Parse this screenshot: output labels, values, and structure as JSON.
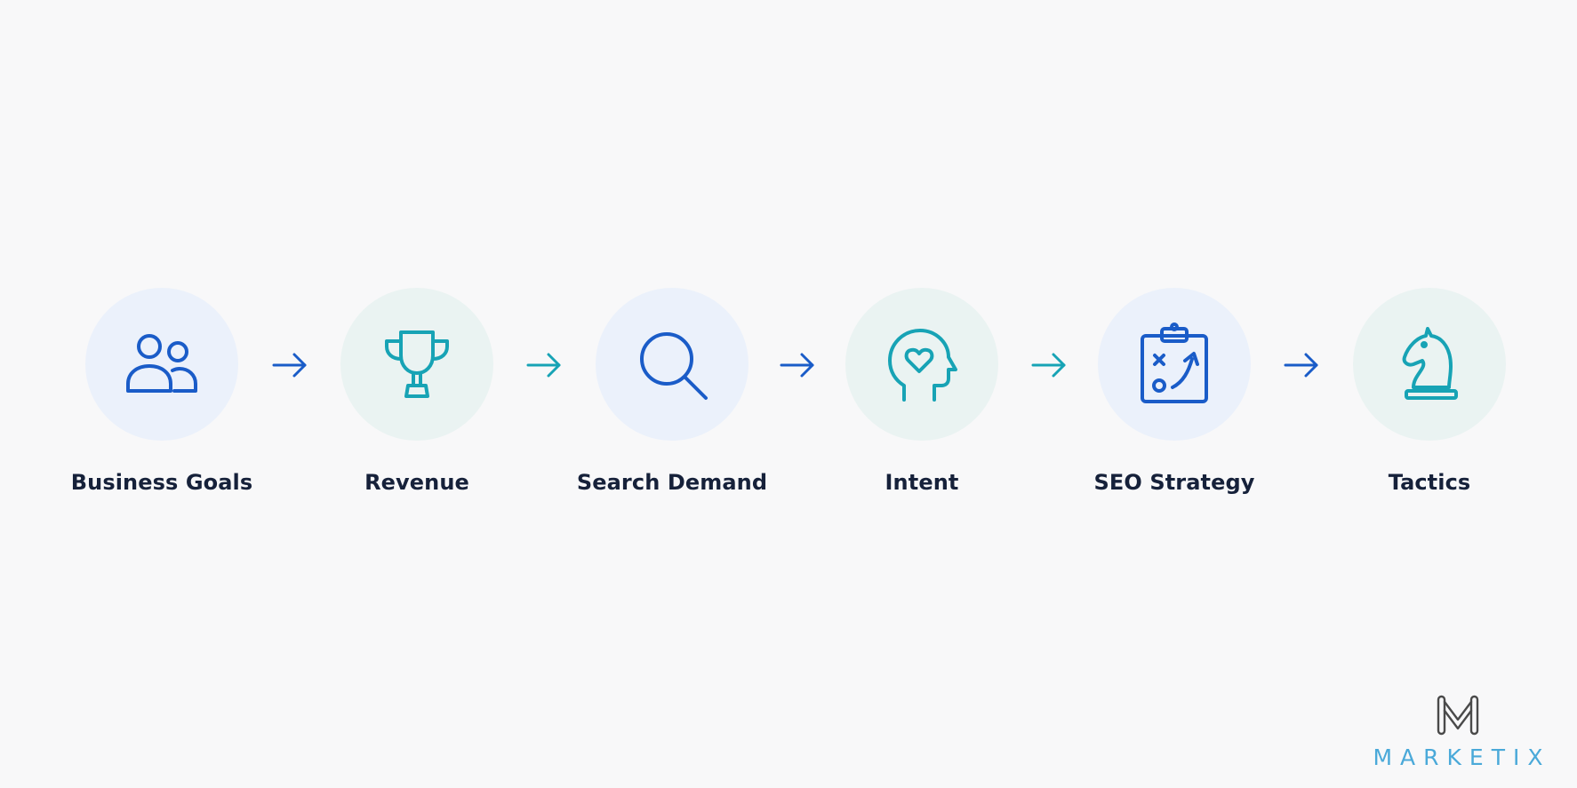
{
  "steps": [
    {
      "label": "Business Goals",
      "icon": "users-icon",
      "color": "#1a5cc8",
      "bg": "blue"
    },
    {
      "label": "Revenue",
      "icon": "trophy-icon",
      "color": "#17a3b5",
      "bg": "teal"
    },
    {
      "label": "Search Demand",
      "icon": "search-icon",
      "color": "#1a5cc8",
      "bg": "blue"
    },
    {
      "label": "Intent",
      "icon": "head-heart-icon",
      "color": "#17a3b5",
      "bg": "teal"
    },
    {
      "label": "SEO Strategy",
      "icon": "strategy-clipboard-icon",
      "color": "#1a5cc8",
      "bg": "blue"
    },
    {
      "label": "Tactics",
      "icon": "chess-knight-icon",
      "color": "#17a3b5",
      "bg": "teal"
    }
  ],
  "arrows": [
    {
      "icon": "arrow-right-icon",
      "color": "#1a5cc8"
    },
    {
      "icon": "arrow-right-icon",
      "color": "#17a3b5"
    },
    {
      "icon": "arrow-right-icon",
      "color": "#1a5cc8"
    },
    {
      "icon": "arrow-right-icon",
      "color": "#17a3b5"
    },
    {
      "icon": "arrow-right-icon",
      "color": "#1a5cc8"
    }
  ],
  "logo": {
    "text": "MARKETIX",
    "icon": "marketix-logo-icon",
    "color": "#4aa9d9"
  },
  "colors": {
    "blue": "#1a5cc8",
    "teal": "#17a3b5",
    "label": "#16213a",
    "background": "#f8f8f9"
  }
}
